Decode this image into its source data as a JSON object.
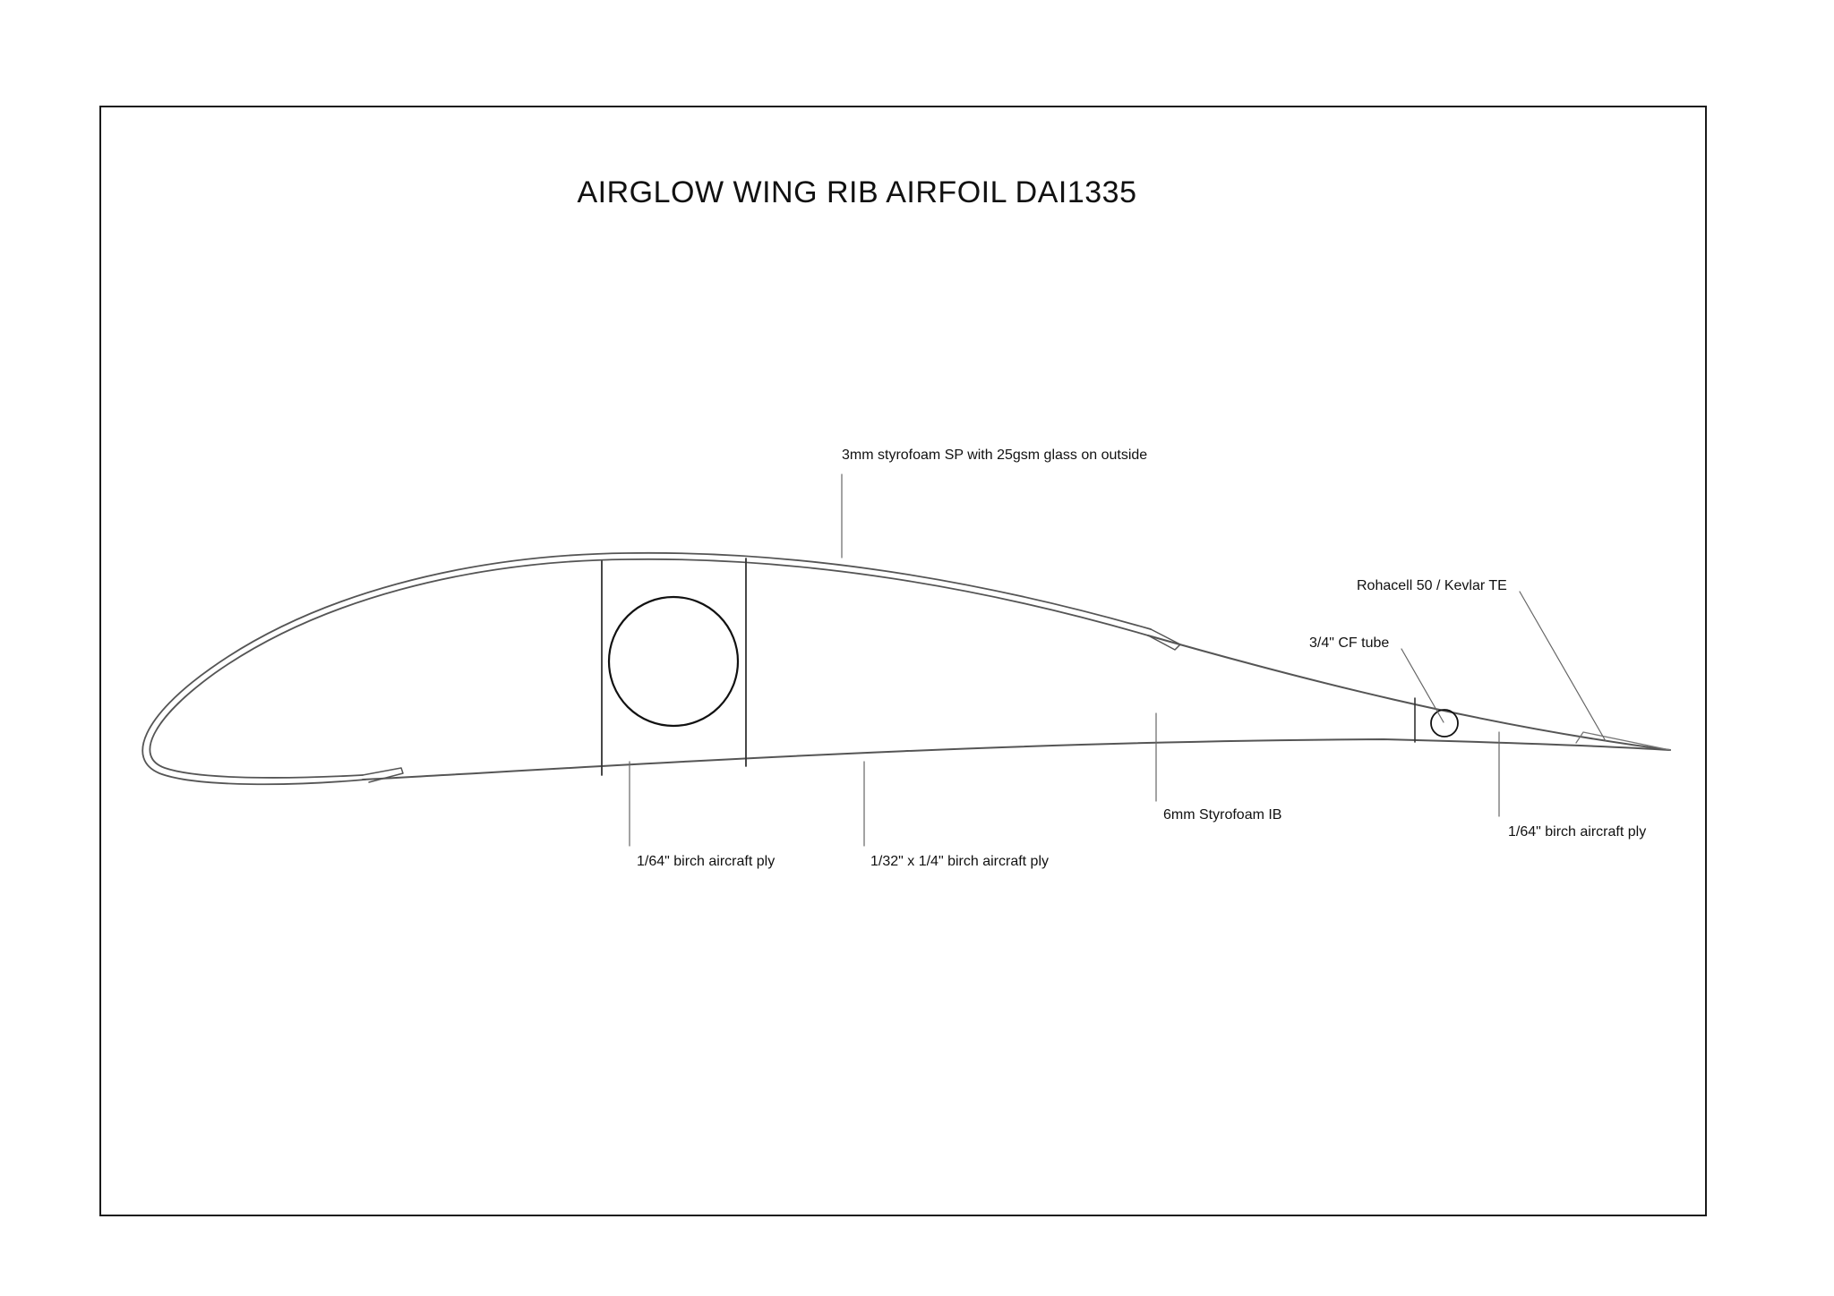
{
  "title": "AIRGLOW WING RIB AIRFOIL DAI1335",
  "labels": {
    "top_skin": "3mm styrofoam SP with 25gsm glass on outside",
    "te_material": "Rohacell 50 / Kevlar TE",
    "cf_tube": "3/4\" CF tube",
    "core": "6mm Styrofoam IB",
    "aft_ply": "1/64\" birch aircraft ply",
    "spar_ply": "1/64\" birch aircraft ply",
    "cap_strip": "1/32\" x 1/4\" birch aircraft ply"
  }
}
